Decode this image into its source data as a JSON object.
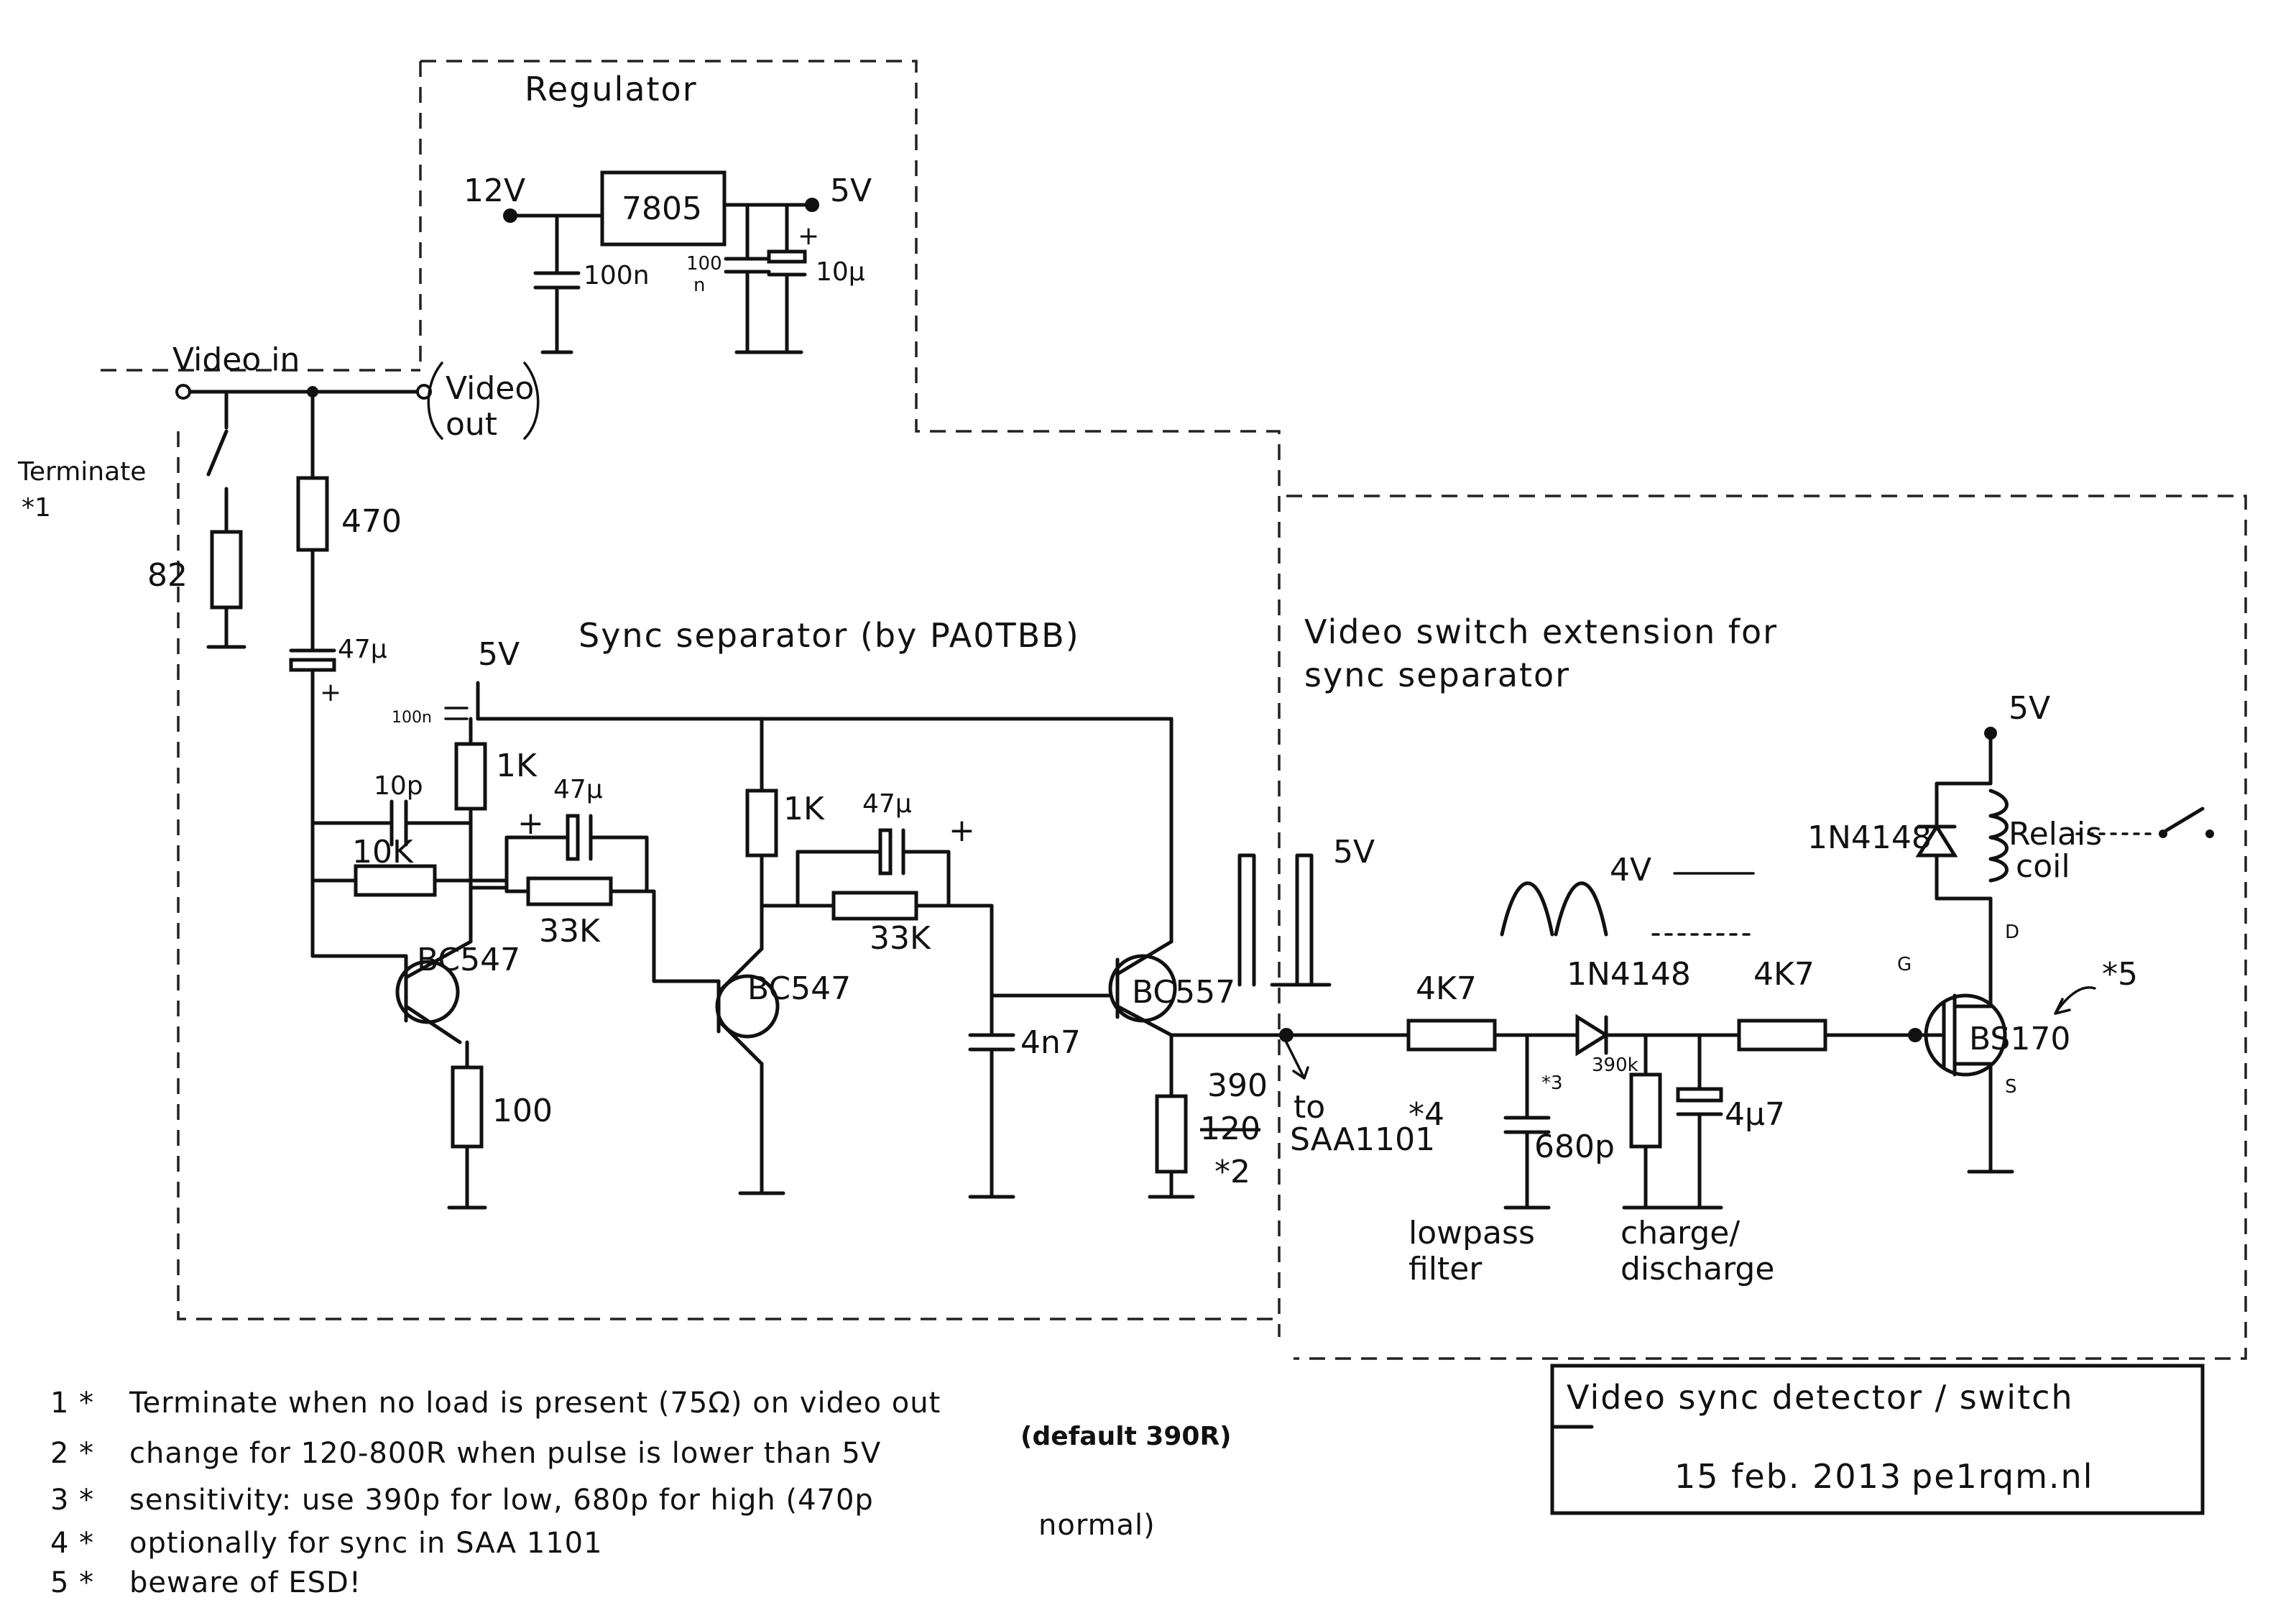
{
  "sections": {
    "regulator": "Regulator",
    "sync_separator": "Sync separator (by PA0TBB)",
    "extension_line1": "Video switch extension for",
    "extension_line2": "sync separator"
  },
  "io": {
    "video_in": "Video in",
    "video_out_1": "Video",
    "video_out_2": "out",
    "terminate": "Terminate",
    "terminate_ref": "*1"
  },
  "regulator": {
    "ic": "7805",
    "vin": "12V",
    "vout": "5V",
    "c_in": "100n",
    "c_out_1": "100",
    "c_out_2": "n",
    "c_elec": "10µ"
  },
  "sync": {
    "r82": "82",
    "r470": "470",
    "c47_in": "47µ",
    "v5": "5V",
    "c100n": "100n",
    "r1k_a": "1K",
    "c10p": "10p",
    "c47_a": "47µ",
    "r10k": "10K",
    "r33k_a": "33K",
    "q1": "BC547",
    "r100": "100",
    "r1k_b": "1K",
    "c47_b": "47µ",
    "r33k_b": "33K",
    "q2": "BC547",
    "c4n7": "4n7",
    "q3": "BC557",
    "r390": "390",
    "r120": "120",
    "ref2": "*2",
    "plus": "+",
    "pulse_5v": "5V"
  },
  "extension": {
    "to_saa_1": "to",
    "to_saa_2": "SAA1101",
    "ref4": "*4",
    "r4k7_a": "4K7",
    "diode": "1N4148",
    "r390k": "390k",
    "ref3": "*3",
    "c680p": "680p",
    "c4u7": "4µ7",
    "r4k7_b": "4K7",
    "lowpass_1": "lowpass",
    "lowpass_2": "filter",
    "charge_1": "charge/",
    "charge_2": "discharge",
    "wave_4v": "4V",
    "v5": "5V",
    "relay_diode": "1N4148",
    "relay_1": "Relais",
    "relay_2": "coil",
    "fet": "BS170",
    "ref5": "*5",
    "pin_g": "G",
    "pin_d": "D",
    "pin_s": "S"
  },
  "notes": [
    {
      "num": "1 *",
      "text": "Terminate when no load is present (75Ω) on video out"
    },
    {
      "num": "2 *",
      "text": "change for 120-800R when pulse is lower than 5V",
      "extra": "(default 390R)"
    },
    {
      "num": "3 *",
      "text": "sensitivity: use 390p for low, 680p for high (470p",
      "extra": "normal)"
    },
    {
      "num": "4 *",
      "text": "optionally for sync in SAA 1101"
    },
    {
      "num": "5 *",
      "text": "beware of ESD!"
    }
  ],
  "title_block": {
    "title": "Video sync detector / switch",
    "date": "15 feb. 2013",
    "author": "pe1rqm.nl"
  }
}
